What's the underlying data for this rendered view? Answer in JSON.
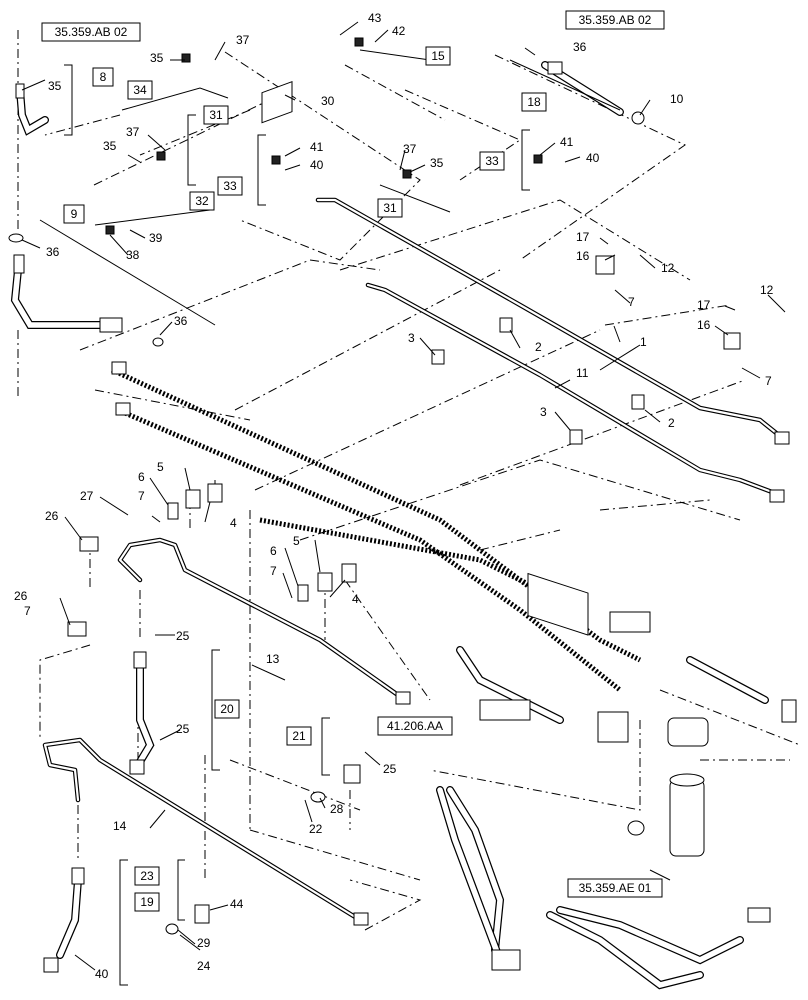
{
  "references": [
    "35.359.AB 02",
    "35.359.AB 02",
    "41.206.AA",
    "35.359.AE 01"
  ],
  "boxed_labels": [
    "8",
    "9",
    "15",
    "18",
    "19",
    "20",
    "21",
    "23",
    "31",
    "31",
    "32",
    "33",
    "33",
    "34"
  ],
  "callouts": {
    "n1": "1",
    "n2a": "2",
    "n2b": "2",
    "n3a": "3",
    "n3b": "3",
    "n4a": "4",
    "n4b": "4",
    "n5a": "5",
    "n5b": "5",
    "n6a": "6",
    "n6b": "6",
    "n7a": "7",
    "n7b": "7",
    "n7c": "7",
    "n7d": "7",
    "n7e": "7",
    "n10": "10",
    "n11": "11",
    "n12a": "12",
    "n12b": "12",
    "n13": "13",
    "n14": "14",
    "n16a": "16",
    "n16b": "16",
    "n17a": "17",
    "n17b": "17",
    "n22": "22",
    "n24": "24",
    "n25a": "25",
    "n25b": "25",
    "n25c": "25",
    "n26a": "26",
    "n26b": "26",
    "n27": "27",
    "n28": "28",
    "n29": "29",
    "n30": "30",
    "n35a": "35",
    "n35b": "35",
    "n35c": "35",
    "n35d": "35",
    "n36a": "36",
    "n36b": "36",
    "n36c": "36",
    "n37a": "37",
    "n37b": "37",
    "n37c": "37",
    "n38": "38",
    "n39": "39",
    "n40a": "40",
    "n40b": "40",
    "n40c": "40",
    "n41a": "41",
    "n41b": "41",
    "n42": "42",
    "n43": "43",
    "n44": "44"
  }
}
